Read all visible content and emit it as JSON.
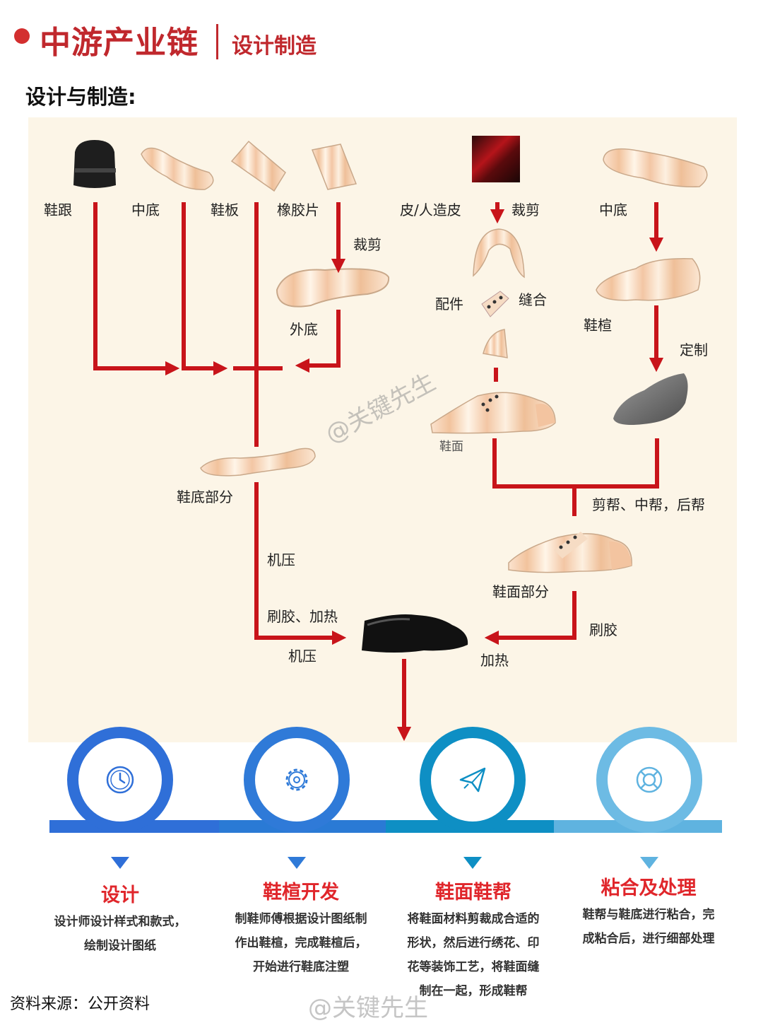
{
  "header": {
    "title": "中游产业链",
    "subtitle": "设计制造",
    "accent_color": "#c0282d"
  },
  "section_title": "设计与制造:",
  "diagram": {
    "labels": {
      "heel": "鞋跟",
      "midsole_left": "中底",
      "shoe_board": "鞋板",
      "rubber_sheet": "橡胶片",
      "cut_left": "裁剪",
      "outsole": "外底",
      "leather": "皮/人造皮",
      "cut_right": "裁剪",
      "accessories": "配件",
      "stitch": "缝合",
      "midsole_right": "中底",
      "last": "鞋楦",
      "customize": "定制",
      "upper": "鞋面",
      "sole_part": "鞋底部分",
      "trim": "剪帮、中帮，后帮",
      "upper_part": "鞋面部分",
      "press1": "机压",
      "glue_heat": "刷胶、加热",
      "press2": "机压",
      "glue": "刷胶",
      "heat": "加热"
    },
    "line_color": "#c8141a"
  },
  "steps": [
    {
      "title": "设计",
      "desc": [
        "设计师设计样式和款式，",
        "绘制设计图纸"
      ],
      "icon": "clock-icon",
      "color": "#2f6fd8"
    },
    {
      "title": "鞋楦开发",
      "desc": [
        "制鞋师傅根据设计图纸制",
        "作出鞋楦，完成鞋楦后，",
        "开始进行鞋底注塑"
      ],
      "icon": "gear-icon",
      "color": "#2f7ad8"
    },
    {
      "title": "鞋面鞋帮",
      "desc": [
        "将鞋面材料剪裁成合适的",
        "形状，然后进行绣花、印",
        "花等装饰工艺，将鞋面缝",
        "制在一起，形成鞋帮"
      ],
      "icon": "paper-plane-icon",
      "color": "#0e8fc4"
    },
    {
      "title": "粘合及处理",
      "desc": [
        "鞋帮与鞋底进行粘合，完",
        "成粘合后，进行细部处理"
      ],
      "icon": "lifebuoy-icon",
      "color": "#5fb3e0"
    }
  ],
  "source": "资料来源：公开资料",
  "watermark": "@关键先生"
}
